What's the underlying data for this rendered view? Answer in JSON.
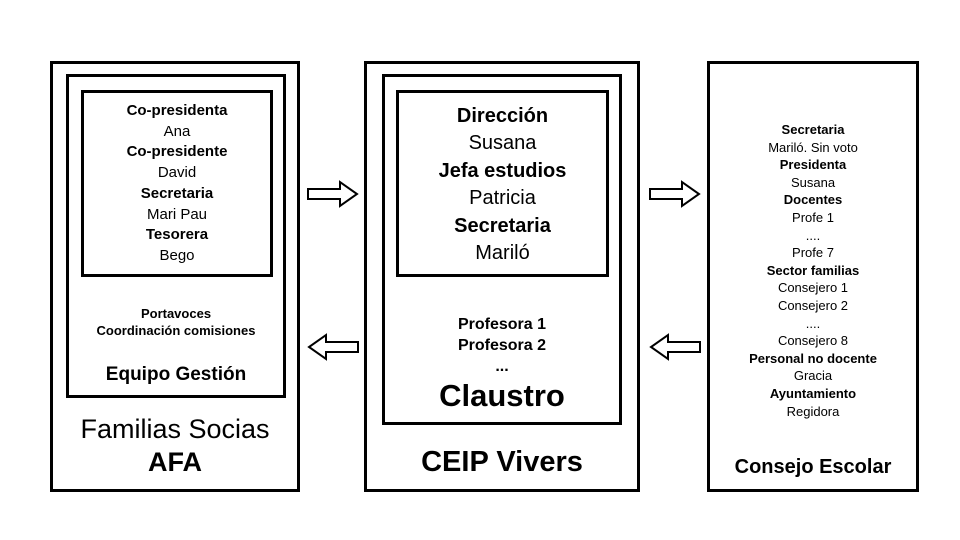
{
  "afa": {
    "title_line1": "Familias Socias",
    "title_line2": "AFA",
    "equipo_label": "Equipo Gestión",
    "board": [
      {
        "role": "Co-presidenta",
        "name": "Ana"
      },
      {
        "role": "Co-presidente",
        "name": "David"
      },
      {
        "role": "Secretaria",
        "name": "Mari Pau"
      },
      {
        "role": "Tesorera",
        "name": "Bego"
      }
    ],
    "extra_line1": "Portavoces",
    "extra_line2": "Coordinación comisiones"
  },
  "ceip": {
    "title": "CEIP Vivers",
    "claustro_label": "Claustro",
    "direccion": [
      {
        "role": "Dirección",
        "name": "Susana"
      },
      {
        "role": "Jefa estudios",
        "name": "Patricia"
      },
      {
        "role": "Secretaria",
        "name": "Mariló"
      }
    ],
    "teachers": [
      "Profesora 1",
      "Profesora 2",
      "..."
    ]
  },
  "consejo": {
    "title": "Consejo Escolar",
    "groups": [
      {
        "role": "Secretaria",
        "members": [
          "Mariló. Sin voto"
        ]
      },
      {
        "role": "Presidenta",
        "members": [
          "Susana"
        ]
      },
      {
        "role": "Docentes",
        "members": [
          "Profe 1",
          "....",
          "Profe 7"
        ]
      },
      {
        "role": "Sector familias",
        "members": [
          "Consejero 1",
          "Consejero 2",
          "....",
          "Consejero 8"
        ]
      },
      {
        "role": "Personal no docente",
        "members": [
          "Gracia"
        ]
      },
      {
        "role": "Ayuntamiento",
        "members": [
          "Regidora"
        ]
      }
    ]
  }
}
